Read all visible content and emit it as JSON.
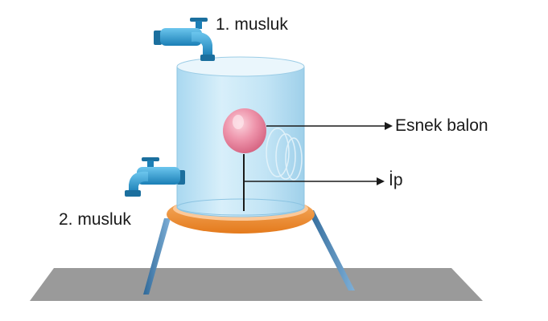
{
  "labels": {
    "faucet_top": "1. musluk",
    "faucet_bottom": "2. musluk",
    "balloon": "Esnek balon",
    "string": "İp"
  },
  "colors": {
    "faucet": "#2e9fd6",
    "faucet_dark": "#1b6f9e",
    "water": "#bfe3f5",
    "balloon": "#e98aa4",
    "base_ring": "#f08a2e",
    "ground": "#9a9a9a",
    "stand_leg": "#4a7fb0"
  }
}
